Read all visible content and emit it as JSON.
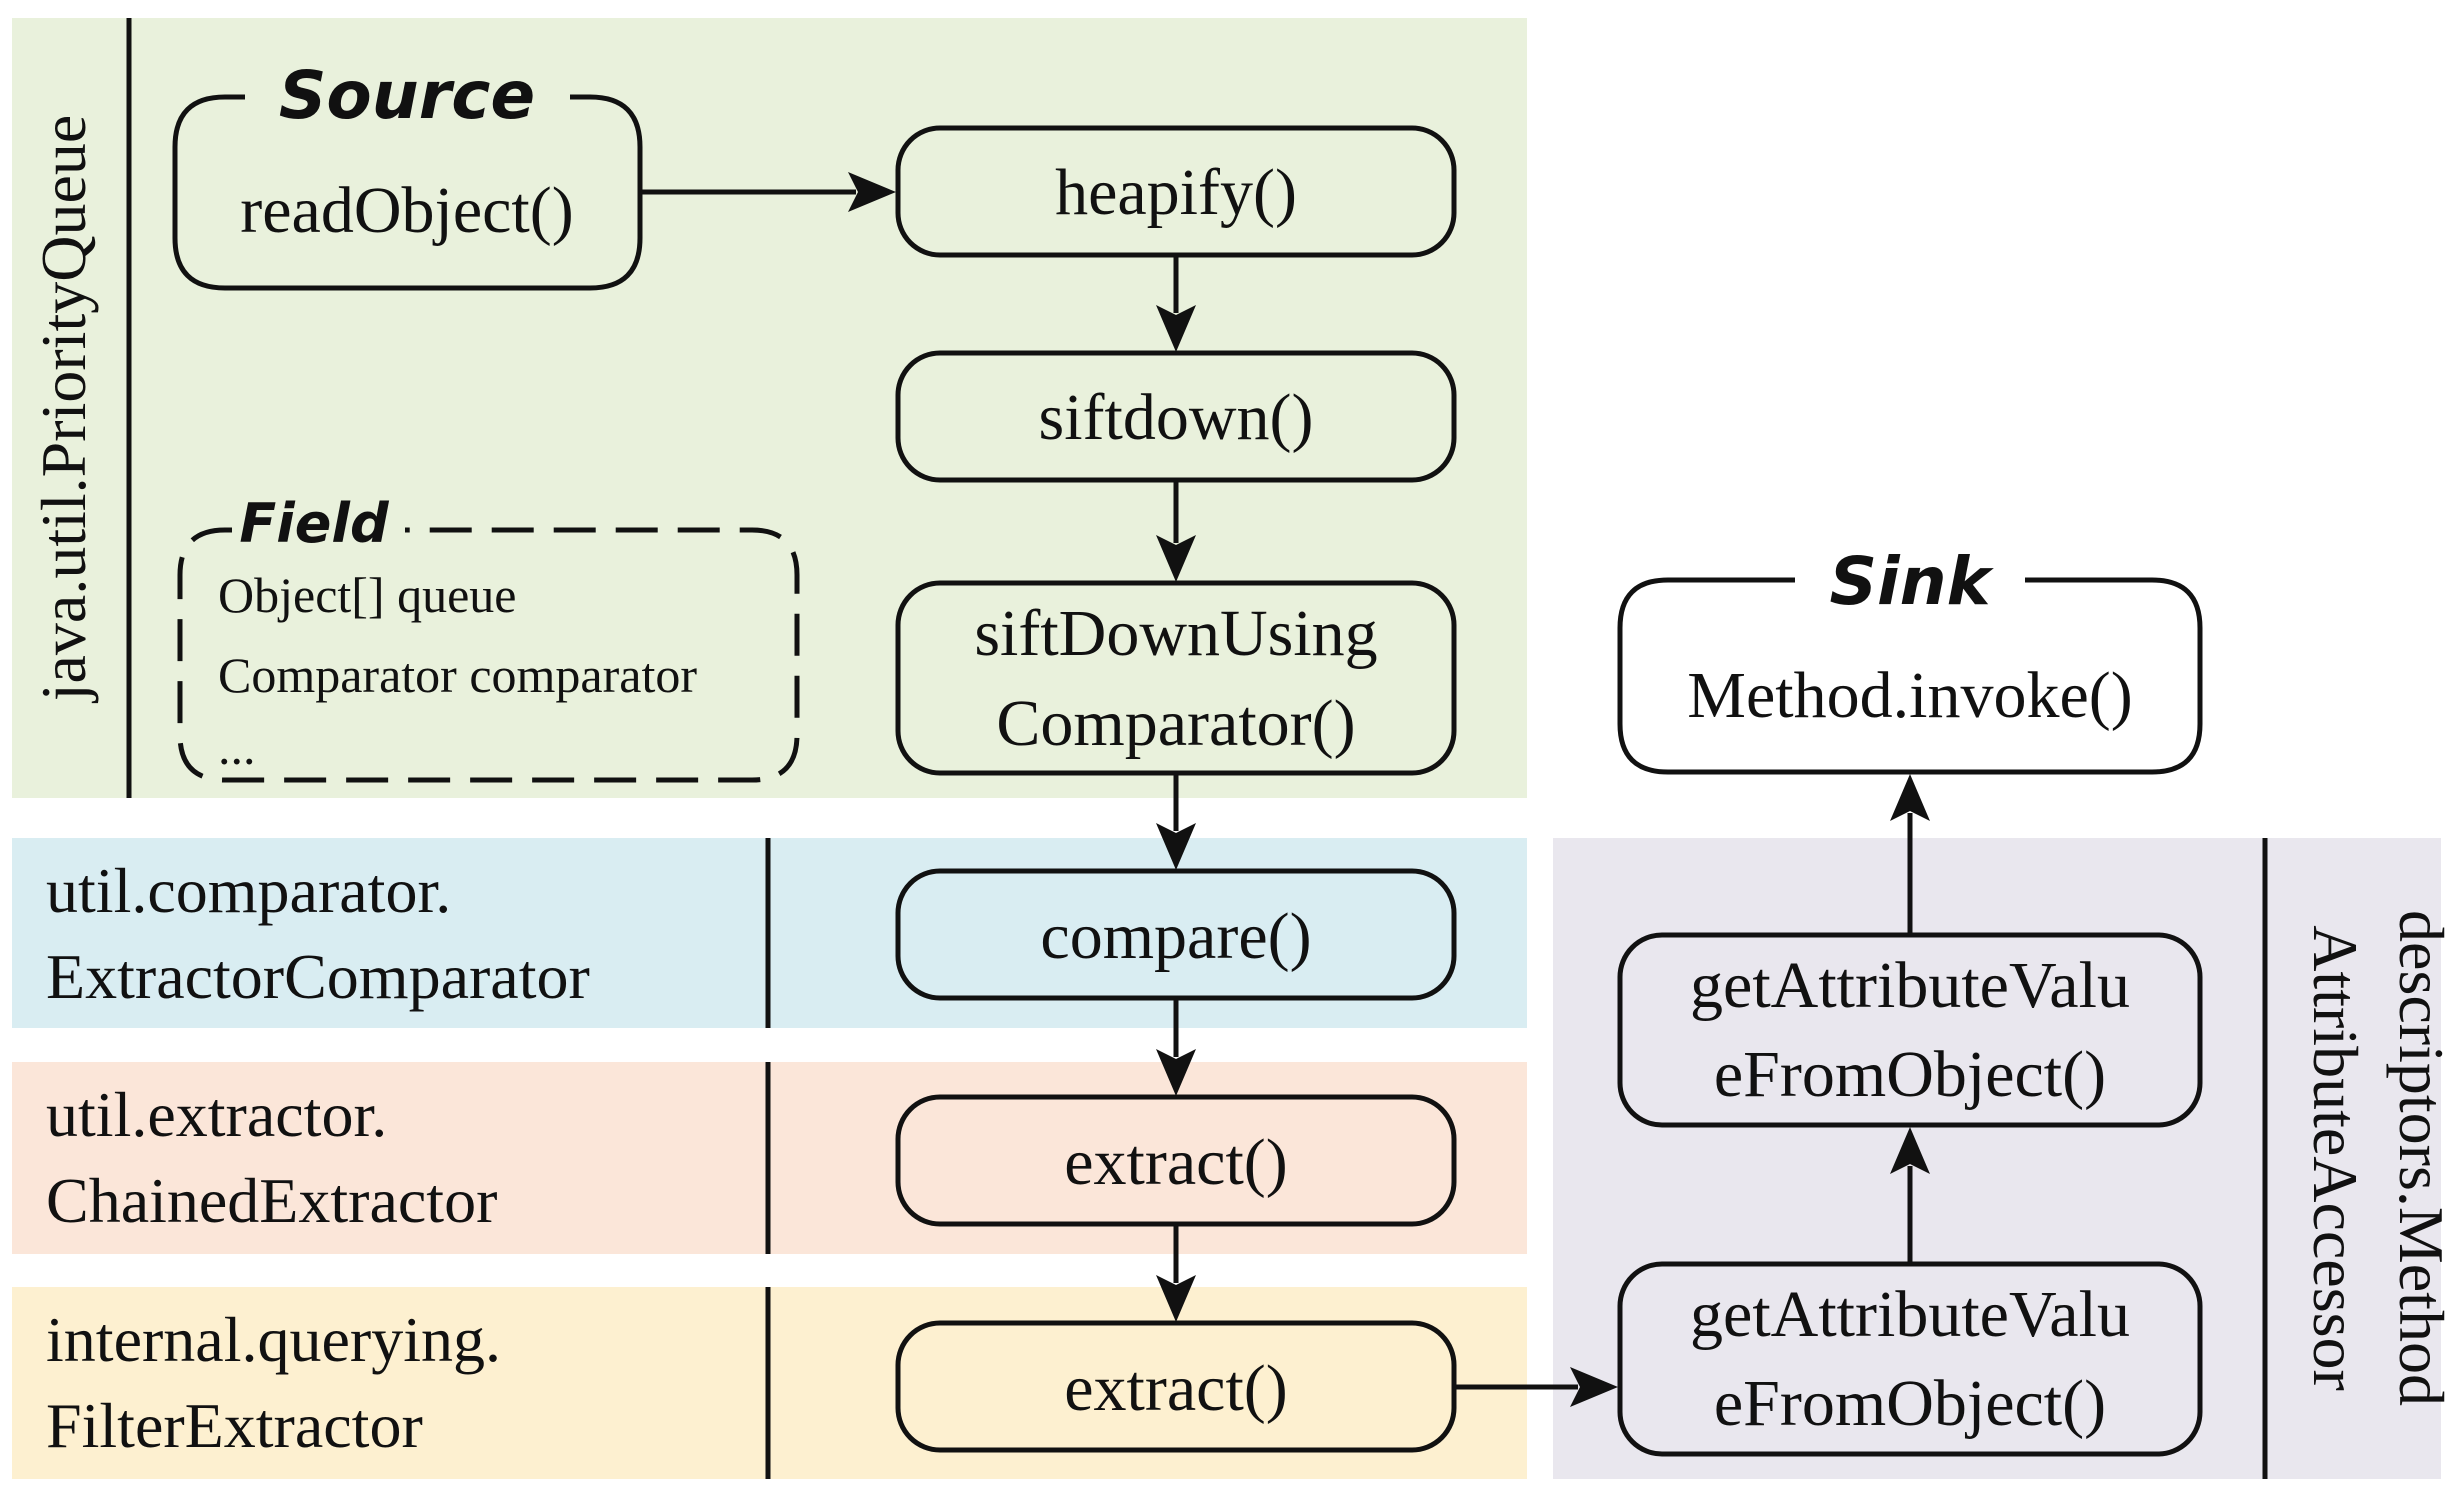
{
  "colors": {
    "priority_queue_band": "#e9f1dc",
    "comparator_band": "#d9edf2",
    "chained_extractor_band": "#fbe6d9",
    "filter_extractor_band": "#fdf0d0",
    "method_accessor_band": "#e9e7ee",
    "stroke": "#111111"
  },
  "bands": {
    "priority_queue": "java.util.PriorityQueue",
    "comparator": {
      "line1": "util.comparator.",
      "line2": "ExtractorComparator"
    },
    "chained_extractor": {
      "line1": "util.extractor.",
      "line2": "ChainedExtractor"
    },
    "filter_extractor": {
      "line1": "internal.querying.",
      "line2": "FilterExtractor"
    },
    "method_accessor": {
      "line1": "descriptors.Method",
      "line2": "AttributeAccessor"
    }
  },
  "source": {
    "title": "Source",
    "label": "readObject()"
  },
  "field": {
    "title": "Field",
    "items": [
      "Object[] queue",
      "Comparator comparator",
      "..."
    ]
  },
  "sink": {
    "title": "Sink",
    "label": "Method.invoke()"
  },
  "nodes": {
    "heapify": "heapify()",
    "siftdown": "siftdown()",
    "siftdown_using_comparator": {
      "line1": "siftDownUsing",
      "line2": "Comparator()"
    },
    "compare": "compare()",
    "extract_chained": "extract()",
    "extract_filter": "extract()",
    "get_attr_lower": {
      "line1": "getAttributeValu",
      "line2": "eFromObject()"
    },
    "get_attr_upper": {
      "line1": "getAttributeValu",
      "line2": "eFromObject()"
    }
  }
}
